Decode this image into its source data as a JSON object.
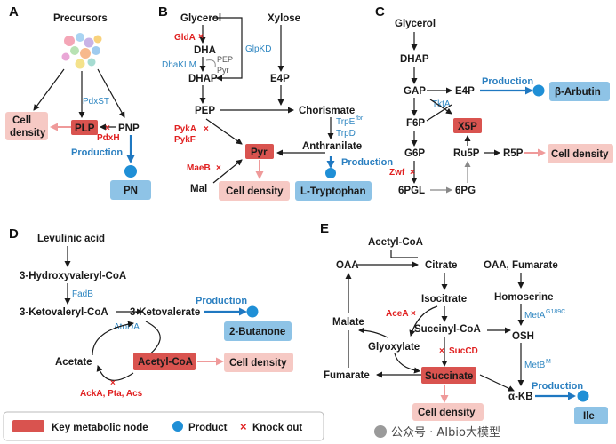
{
  "colors": {
    "key_node": "#d9534f",
    "product_fill": "#8ec3e6",
    "product_dot": "#1f8fd6",
    "density_fill": "#f6c9c4",
    "enzyme": "#2e86c1",
    "knockout": "#e02020",
    "production_arrow": "#1f78c1",
    "pink_arrow": "#ef9a9a"
  },
  "panels": {
    "A": {
      "label": "A",
      "precursors": "Precursors",
      "cell_density": "Cell\ndensity",
      "plp": "PLP",
      "pnp": "PNP",
      "pdxst": "PdxST",
      "pdxh": "PdxH",
      "production": "Production",
      "product": "PN"
    },
    "B": {
      "label": "B",
      "glycerol": "Glycerol",
      "xylose": "Xylose",
      "glda": "GldA",
      "dha": "DHA",
      "dhaklm": "DhaKLM",
      "glpkd": "GlpKD",
      "pep_small": "PEP",
      "pyr_small": "Pyr",
      "dhap": "DHAP",
      "e4p": "E4P",
      "pep": "PEP",
      "chorismate": "Chorismate",
      "trpe": "TrpE",
      "trpe_sup": "fbr",
      "trpd": "TrpD",
      "pyka": "PykA",
      "pykf": "PykF",
      "anthranilate": "Anthranilate",
      "production": "Production",
      "maeb": "MaeB",
      "pyr": "Pyr",
      "mal": "Mal",
      "cell_density": "Cell density",
      "product": "L-Tryptophan"
    },
    "C": {
      "label": "C",
      "glycerol": "Glycerol",
      "dhap": "DHAP",
      "gap": "GAP",
      "tkta": "TktA",
      "e4p": "E4P",
      "production": "Production",
      "product": "β-Arbutin",
      "f6p": "F6P",
      "x5p": "X5P",
      "g6p": "G6P",
      "ru5p": "Ru5P",
      "r5p": "R5P",
      "cell_density": "Cell density",
      "zwf": "Zwf",
      "pgl": "6PGL",
      "pg": "6PG"
    },
    "D": {
      "label": "D",
      "levulinic": "Levulinic acid",
      "hydroxy": "3-Hydroxyvaleryl-CoA",
      "fadb": "FadB",
      "ketovaleryl": "3-Ketovaleryl-CoA",
      "ketovalerate": "3-Ketovalerate",
      "production": "Production",
      "atoda": "AtoDA",
      "product": "2-Butanone",
      "acetate": "Acetate",
      "acetylcoa": "Acetyl-CoA",
      "cell_density": "Cell density",
      "ackpta": "AckA, Pta, Acs"
    },
    "E": {
      "label": "E",
      "acetylcoa": "Acetyl-CoA",
      "oaa": "OAA",
      "citrate": "Citrate",
      "oaa_fum": "OAA, Fumarate",
      "isocitrate": "Isocitrate",
      "homoserine": "Homoserine",
      "acea": "AceA",
      "malate": "Malate",
      "succinylcoa": "Succinyl-CoA",
      "meta": "MetA",
      "meta_sup": "G189C",
      "glyoxylate": "Glyoxylate",
      "succd": "SucCD",
      "osh": "OSH",
      "metb": "MetB",
      "metb_sup": "M",
      "fumarate": "Fumarate",
      "succinate": "Succinate",
      "akb": "α-KB",
      "production": "Production",
      "product": "Ile",
      "cell_density": "Cell density"
    }
  },
  "legend": {
    "key_node": "Key metabolic node",
    "product": "Product",
    "knockout": "Knock out"
  },
  "watermark": "公众号 · AIbio大模型"
}
